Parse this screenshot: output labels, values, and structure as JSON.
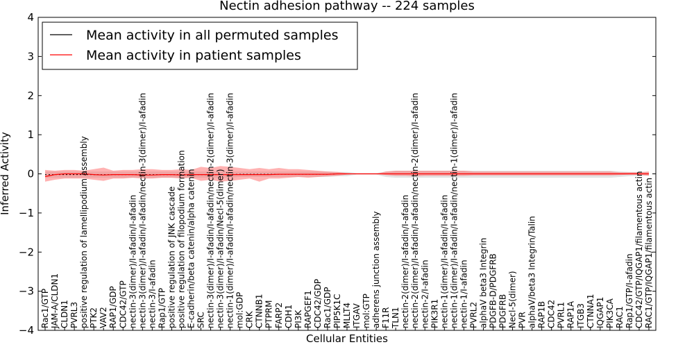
{
  "chart_data": {
    "type": "line",
    "title": "Nectin adhesion pathway -- 224 samples",
    "xlabel": "Cellular Entities",
    "ylabel": "Inferred Activity",
    "ylim": [
      -4,
      4
    ],
    "yticks": [
      "−4",
      "−3",
      "−2",
      "−1",
      "0",
      "1",
      "2",
      "3",
      "4"
    ],
    "grid": false,
    "legend_position": "top-left",
    "legend": [
      {
        "label": "Mean activity in all permuted samples",
        "color": "#000000"
      },
      {
        "label": "Mean activity in patient samples",
        "color": "#ff0000"
      }
    ],
    "categories": [
      "Rac1/GTP",
      "JAM-A/CLDN1",
      "CLDN1",
      "PVRL3",
      "positive regulation of lamellipodium assembly",
      "PTK2",
      "VAV2",
      "RAP1/GDP",
      "CDC42/GTP",
      "nectin-3(dimer)/I-afadin/I-afadin",
      "nectin-3(dimer)/I-afadin/I-afadin/nectin-3(dimer)/I-afadin",
      "nectin-3/I-afadin",
      "Rap1/GTP",
      "positive regulation of JNK cascade",
      "positive regulation of filopodium formation",
      "E-cadherin/beta catenin/alpha catenin",
      "SRC",
      "nectin-3(dimer)/I-afadin/I-afadin/nectin-2(dimer)/I-afadin",
      "nectin-3(dimer)/I-afadin/Necl-5(dimer)",
      "nectin-1(dimer)/I-afadin/I-afadin/nectin-3(dimer)/I-afadin",
      "mol:GDP",
      "CRK",
      "CTNNB1",
      "PTPRM",
      "FARP2",
      "CDH1",
      "PI3K",
      "RAPGEF1",
      "CDC42/GDP",
      "Rac1/GDP",
      "PIP5K1C",
      "MLLT4",
      "ITGAV",
      "mol:GTP",
      "adherens junction assembly",
      "F11R",
      "TLN1",
      "nectin-2(dimer)/I-afadin/I-afadin",
      "nectin-2(dimer)/I-afadin/I-afadin/nectin-2(dimer)/I-afadin",
      "nectin-2/I-afadin",
      "PIK3R1",
      "nectin-1(dimer)/I-afadin/I-afadin",
      "nectin-1(dimer)/I-afadin/I-afadin/nectin-1(dimer)/I-afadin",
      "nectin-1/I-afadin",
      "PVRL2",
      "alphaV beta3 Integrin",
      "PDGFB-D/PDGFRB",
      "PDGFRB",
      "Necl-5(dimer)",
      "PVR",
      "alphaV/beta3 Integrin/Talin",
      "RAP1B",
      "CDC42",
      "PVRL1",
      "RAP1A",
      "ITGB3",
      "CTNNA1",
      "IQGAP1",
      "PIK3CA",
      "RAC1",
      "Rap1/GTP/I-afadin",
      "CDC42/GTP/IQGAP1/filamentous actin",
      "RAC1/GTP/IQGAP1/filamentous actin"
    ],
    "series": [
      {
        "name": "Mean activity in all permuted samples",
        "color": "#000000",
        "values": [
          -0.02,
          -0.02,
          -0.02,
          -0.02,
          -0.02,
          -0.02,
          -0.02,
          -0.02,
          -0.02,
          -0.02,
          -0.02,
          -0.02,
          -0.02,
          -0.02,
          -0.02,
          -0.02,
          -0.02,
          -0.02,
          -0.02,
          -0.02,
          -0.01,
          -0.01,
          -0.01,
          -0.01,
          -0.01,
          -0.01,
          -0.01,
          -0.01,
          -0.01,
          -0.01,
          0.0,
          0.0,
          0.0,
          0.0,
          0.0,
          0.0,
          0.0,
          0.0,
          0.0,
          0.0,
          0.0,
          0.0,
          0.0,
          0.0,
          0.0,
          0.0,
          0.0,
          0.0,
          0.0,
          0.0,
          0.0,
          0.0,
          0.0,
          0.0,
          0.0,
          0.0,
          0.0,
          0.0,
          0.0,
          0.0,
          0.0,
          0.0,
          0.0
        ],
        "lower": [
          -0.1,
          -0.1,
          -0.1,
          -0.1,
          -0.1,
          -0.1,
          -0.1,
          -0.1,
          -0.1,
          -0.1,
          -0.1,
          -0.1,
          -0.1,
          -0.1,
          -0.1,
          -0.1,
          -0.1,
          -0.1,
          -0.1,
          -0.1,
          -0.08,
          -0.08,
          -0.08,
          -0.08,
          -0.08,
          -0.08,
          -0.08,
          -0.08,
          -0.08,
          -0.08,
          -0.06,
          -0.06,
          -0.02,
          -0.02,
          -0.02,
          -0.08,
          -0.1,
          -0.1,
          -0.1,
          -0.1,
          -0.1,
          -0.1,
          -0.1,
          -0.1,
          -0.1,
          -0.1,
          -0.1,
          -0.1,
          -0.1,
          -0.1,
          -0.1,
          -0.1,
          -0.1,
          -0.1,
          -0.1,
          -0.1,
          -0.1,
          -0.1,
          -0.1,
          -0.08,
          -0.06,
          -0.05,
          -0.05
        ],
        "upper": [
          0.06,
          0.06,
          0.06,
          0.06,
          0.06,
          0.06,
          0.06,
          0.06,
          0.06,
          0.06,
          0.06,
          0.06,
          0.06,
          0.06,
          0.06,
          0.06,
          0.06,
          0.06,
          0.06,
          0.06,
          0.06,
          0.06,
          0.06,
          0.06,
          0.06,
          0.06,
          0.06,
          0.06,
          0.06,
          0.06,
          0.05,
          0.05,
          0.02,
          0.02,
          0.02,
          0.06,
          0.08,
          0.08,
          0.08,
          0.08,
          0.08,
          0.08,
          0.08,
          0.08,
          0.08,
          0.08,
          0.08,
          0.08,
          0.08,
          0.08,
          0.08,
          0.08,
          0.08,
          0.08,
          0.08,
          0.08,
          0.08,
          0.08,
          0.08,
          0.06,
          0.05,
          0.05,
          0.05
        ]
      },
      {
        "name": "Mean activity in patient samples",
        "color": "#ff0000",
        "values": [
          -0.07,
          -0.02,
          0.0,
          0.0,
          0.0,
          -0.02,
          -0.03,
          -0.02,
          -0.02,
          -0.02,
          -0.03,
          -0.03,
          -0.02,
          -0.02,
          -0.03,
          -0.02,
          -0.02,
          -0.02,
          -0.02,
          -0.02,
          -0.02,
          -0.02,
          -0.02,
          -0.02,
          -0.01,
          -0.01,
          -0.01,
          -0.01,
          -0.01,
          -0.01,
          0.0,
          0.0,
          0.0,
          0.0,
          0.0,
          0.0,
          0.0,
          0.0,
          0.0,
          0.0,
          0.0,
          0.0,
          0.0,
          0.0,
          0.0,
          0.0,
          0.0,
          0.0,
          0.0,
          0.0,
          0.0,
          0.0,
          0.0,
          0.0,
          0.0,
          0.0,
          0.0,
          0.0,
          0.0,
          0.0,
          0.0,
          0.0,
          0.0
        ],
        "lower": [
          -0.2,
          -0.15,
          -0.12,
          -0.12,
          -0.12,
          -0.15,
          -0.18,
          -0.12,
          -0.12,
          -0.1,
          -0.12,
          -0.12,
          -0.1,
          -0.1,
          -0.12,
          -0.1,
          -0.18,
          -0.15,
          -0.2,
          -0.18,
          -0.15,
          -0.12,
          -0.2,
          -0.12,
          -0.12,
          -0.1,
          -0.08,
          -0.1,
          -0.08,
          -0.06,
          -0.05,
          -0.02,
          0.0,
          0.0,
          0.0,
          -0.03,
          -0.05,
          -0.05,
          -0.06,
          -0.05,
          -0.05,
          -0.05,
          -0.05,
          -0.05,
          -0.04,
          -0.04,
          -0.04,
          -0.04,
          -0.04,
          -0.04,
          -0.04,
          -0.04,
          -0.04,
          -0.04,
          -0.04,
          -0.04,
          -0.04,
          -0.04,
          -0.04,
          -0.03,
          -0.02,
          -0.02,
          -0.05
        ],
        "upper": [
          0.1,
          0.08,
          0.1,
          0.1,
          0.08,
          0.12,
          0.16,
          0.08,
          0.1,
          0.1,
          0.12,
          0.12,
          0.1,
          0.1,
          0.12,
          0.1,
          0.18,
          0.15,
          0.2,
          0.18,
          0.15,
          0.12,
          0.15,
          0.12,
          0.15,
          0.12,
          0.12,
          0.1,
          0.08,
          0.06,
          0.05,
          0.02,
          0.0,
          0.0,
          0.0,
          0.06,
          0.08,
          0.08,
          0.08,
          0.08,
          0.08,
          0.08,
          0.08,
          0.08,
          0.06,
          0.06,
          0.06,
          0.06,
          0.06,
          0.06,
          0.06,
          0.06,
          0.06,
          0.06,
          0.06,
          0.06,
          0.06,
          0.06,
          0.06,
          0.04,
          0.04,
          0.04,
          0.06
        ]
      }
    ]
  }
}
